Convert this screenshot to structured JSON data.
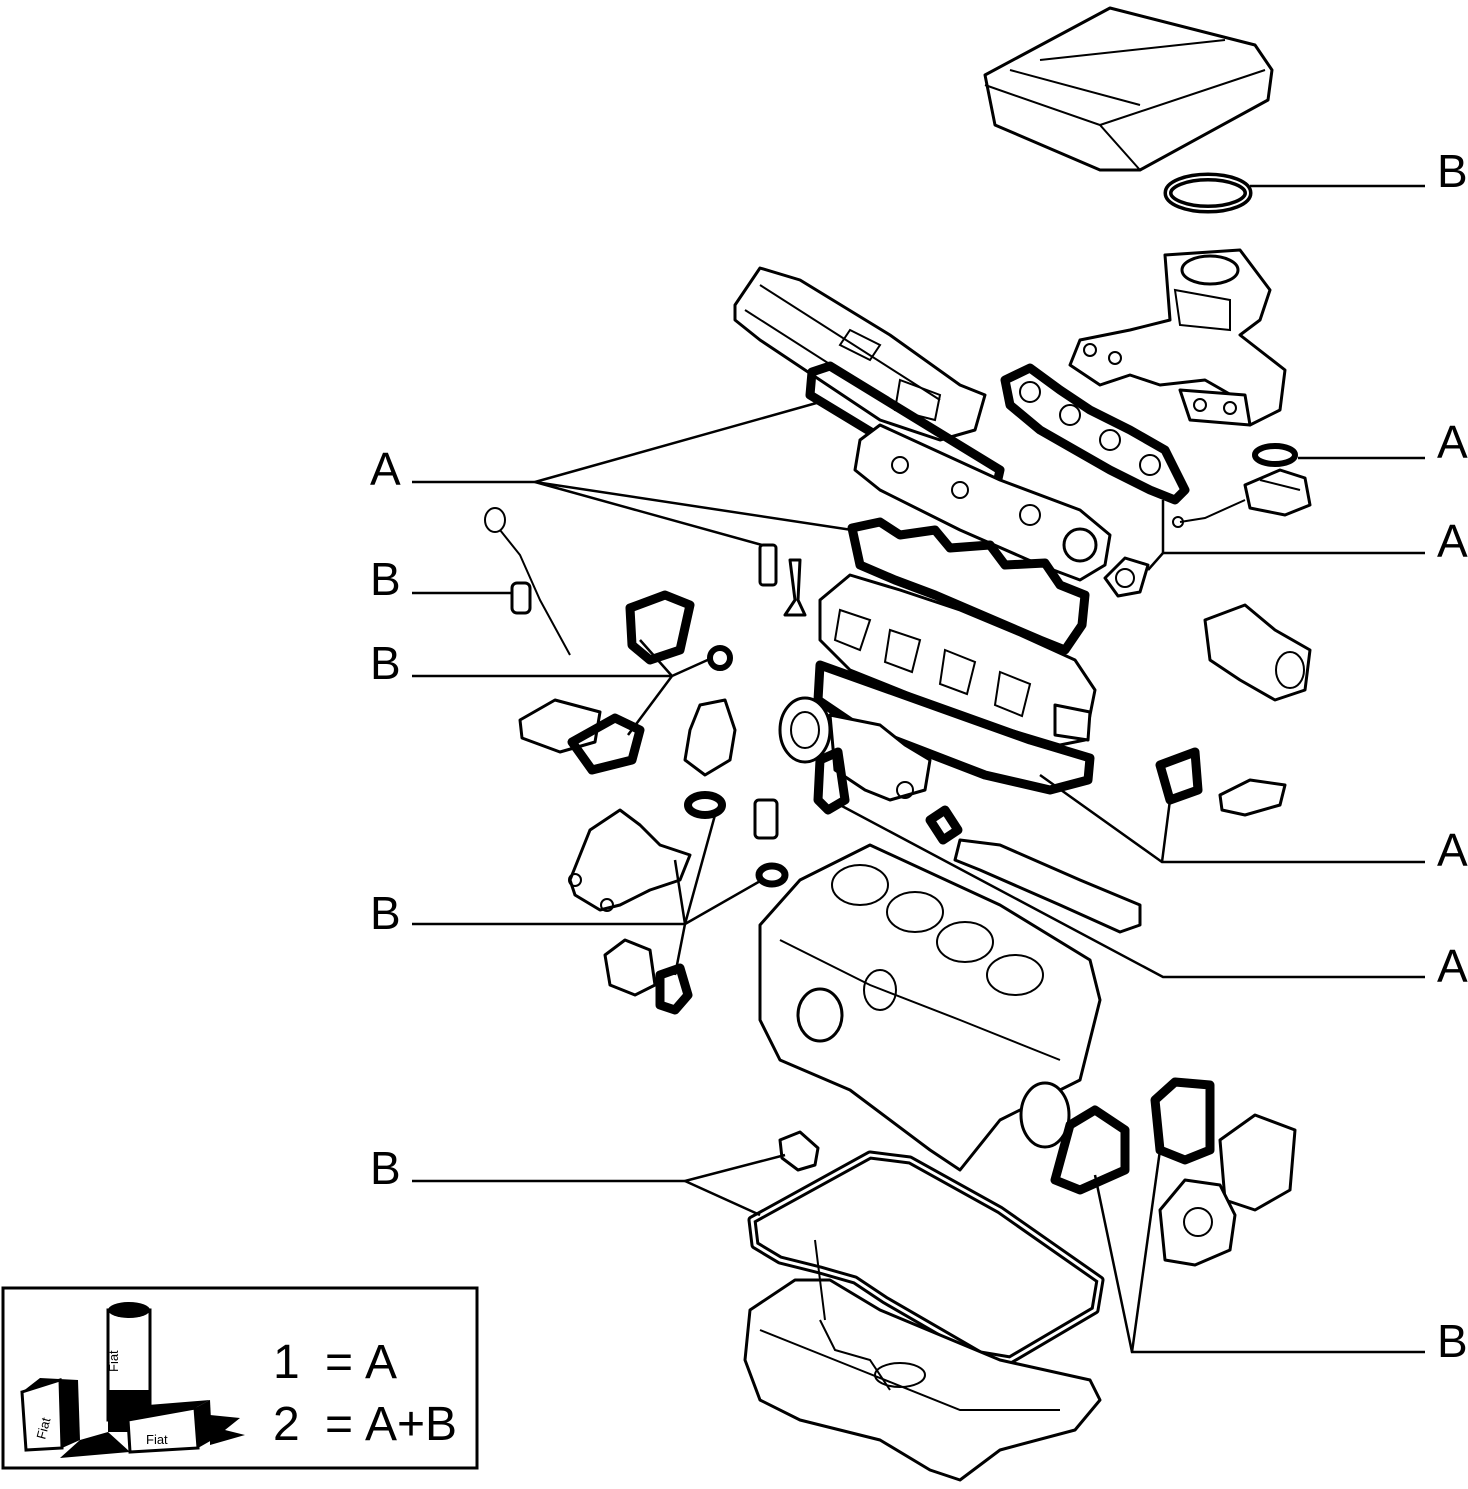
{
  "callouts": {
    "b_filter_seal": "B",
    "a_exhaust_ring": "A",
    "a_manifold_gaskets": "A",
    "a_head_cover_group": "A",
    "b_dipstick_plug": "B",
    "b_cover_gaskets": "B",
    "a_head_gasket_group": "A",
    "b_oil_seals": "B",
    "a_water_pipe_gasket": "A",
    "b_sump_group": "B",
    "b_rear_seals": "B"
  },
  "legend": {
    "line1_key": "1",
    "line1_eq": "=",
    "line1_val": "A",
    "line2_key": "2",
    "line2_eq": "=",
    "line2_val": "A+B",
    "kit_brand": "Fiat"
  }
}
